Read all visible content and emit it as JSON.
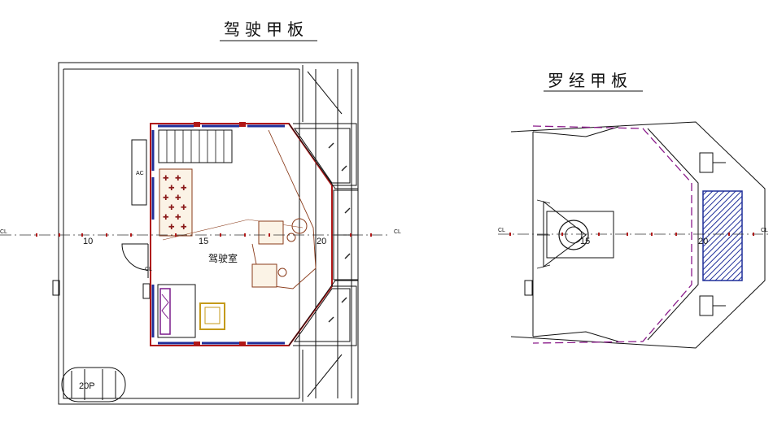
{
  "drawings": {
    "bridge_deck": {
      "title": "驾驶甲板",
      "room_label": "驾驶室",
      "frame_labels": [
        "10",
        "15",
        "20"
      ],
      "cl_label": "CL",
      "ac_label": "AC",
      "life_raft_label": "20P"
    },
    "compass_deck": {
      "title": "罗经甲板",
      "frame_labels": [
        "15",
        "20"
      ],
      "cl_label": "CL"
    }
  },
  "colors": {
    "line": "#111111",
    "window_blue": "#1f2f9a",
    "wall_red": "#b01818",
    "hatch_purple": "#7a1a8a",
    "deck_dashed": "#8a1a8a",
    "console_brown": "#8a3b1a",
    "chair_gold": "#c49a1a"
  }
}
